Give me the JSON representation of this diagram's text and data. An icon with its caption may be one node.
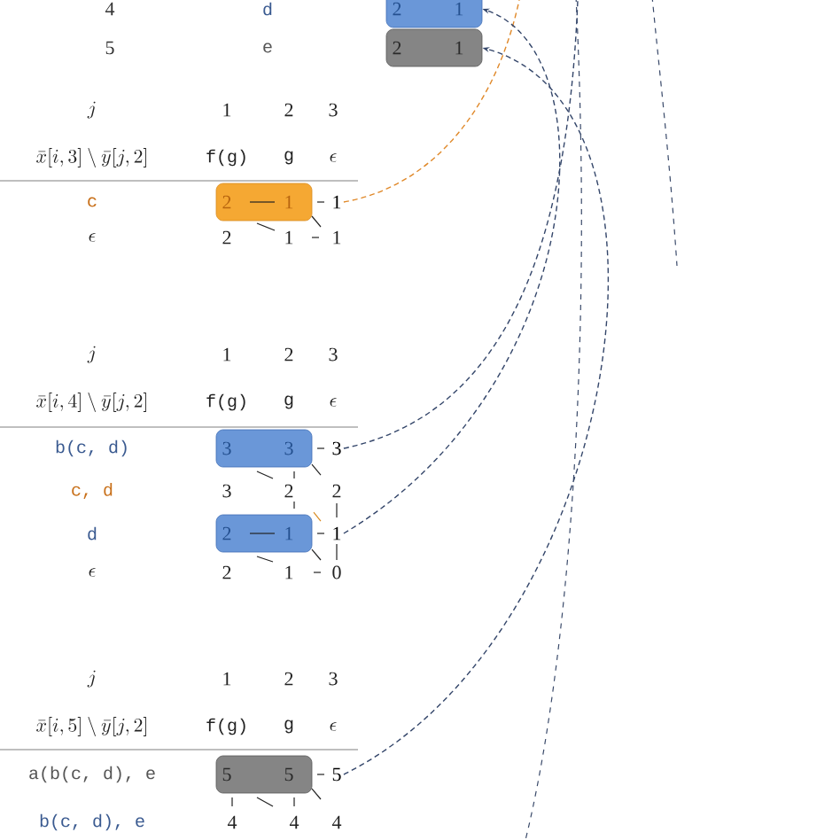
{
  "diagram": {
    "nodes": [
      {
        "text": [
          "2",
          "1"
        ]
      },
      {
        "text": [
          "2",
          "1"
        ]
      },
      {
        "text": [
          "2",
          "1"
        ]
      },
      {
        "text": [
          "1"
        ]
      },
      {
        "text": [
          "3",
          "3"
        ]
      },
      {
        "text": [
          "3"
        ]
      },
      {
        "text": [
          "2",
          "1"
        ]
      },
      {
        "text": [
          "1"
        ]
      },
      {
        "text": [
          "5",
          "5"
        ]
      },
      {
        "text": [
          "5"
        ]
      }
    ],
    "edges": [
      {
        "from": 3,
        "to": null,
        "arrow": "none",
        "style": "dashed",
        "color": "#e0892a"
      },
      {
        "from": 7,
        "to": 0,
        "arrow": "to",
        "style": "dashed"
      },
      {
        "from": 5,
        "to": null,
        "arrow": "none",
        "style": "dashed"
      },
      {
        "from": 9,
        "to": 1,
        "arrow": "to",
        "style": "dashed"
      }
    ],
    "labels": [
      "4",
      "d",
      "5",
      "e",
      "j",
      "1",
      "2",
      "3",
      "\\bar{x}[i,3] \\setminus \\bar{y}[j,2]",
      "f(g)",
      "g",
      "\\epsilon",
      "c",
      "\\epsilon",
      "2",
      "1",
      "1",
      "j",
      "1",
      "2",
      "3",
      "\\bar{x}[i,4] \\setminus \\bar{y}[j,2]",
      "f(g)",
      "g",
      "\\epsilon",
      "b(c, d)",
      "c, d",
      "3",
      "2",
      "2",
      "d",
      "\\epsilon",
      "2",
      "1",
      "0",
      "j",
      "1",
      "2",
      "3",
      "\\bar{x}[i,5] \\setminus \\bar{y}[j,2]",
      "f(g)",
      "g",
      "\\epsilon",
      "a(b(c, d), e",
      "b(c, d), e",
      "4",
      "4",
      "4"
    ]
  }
}
